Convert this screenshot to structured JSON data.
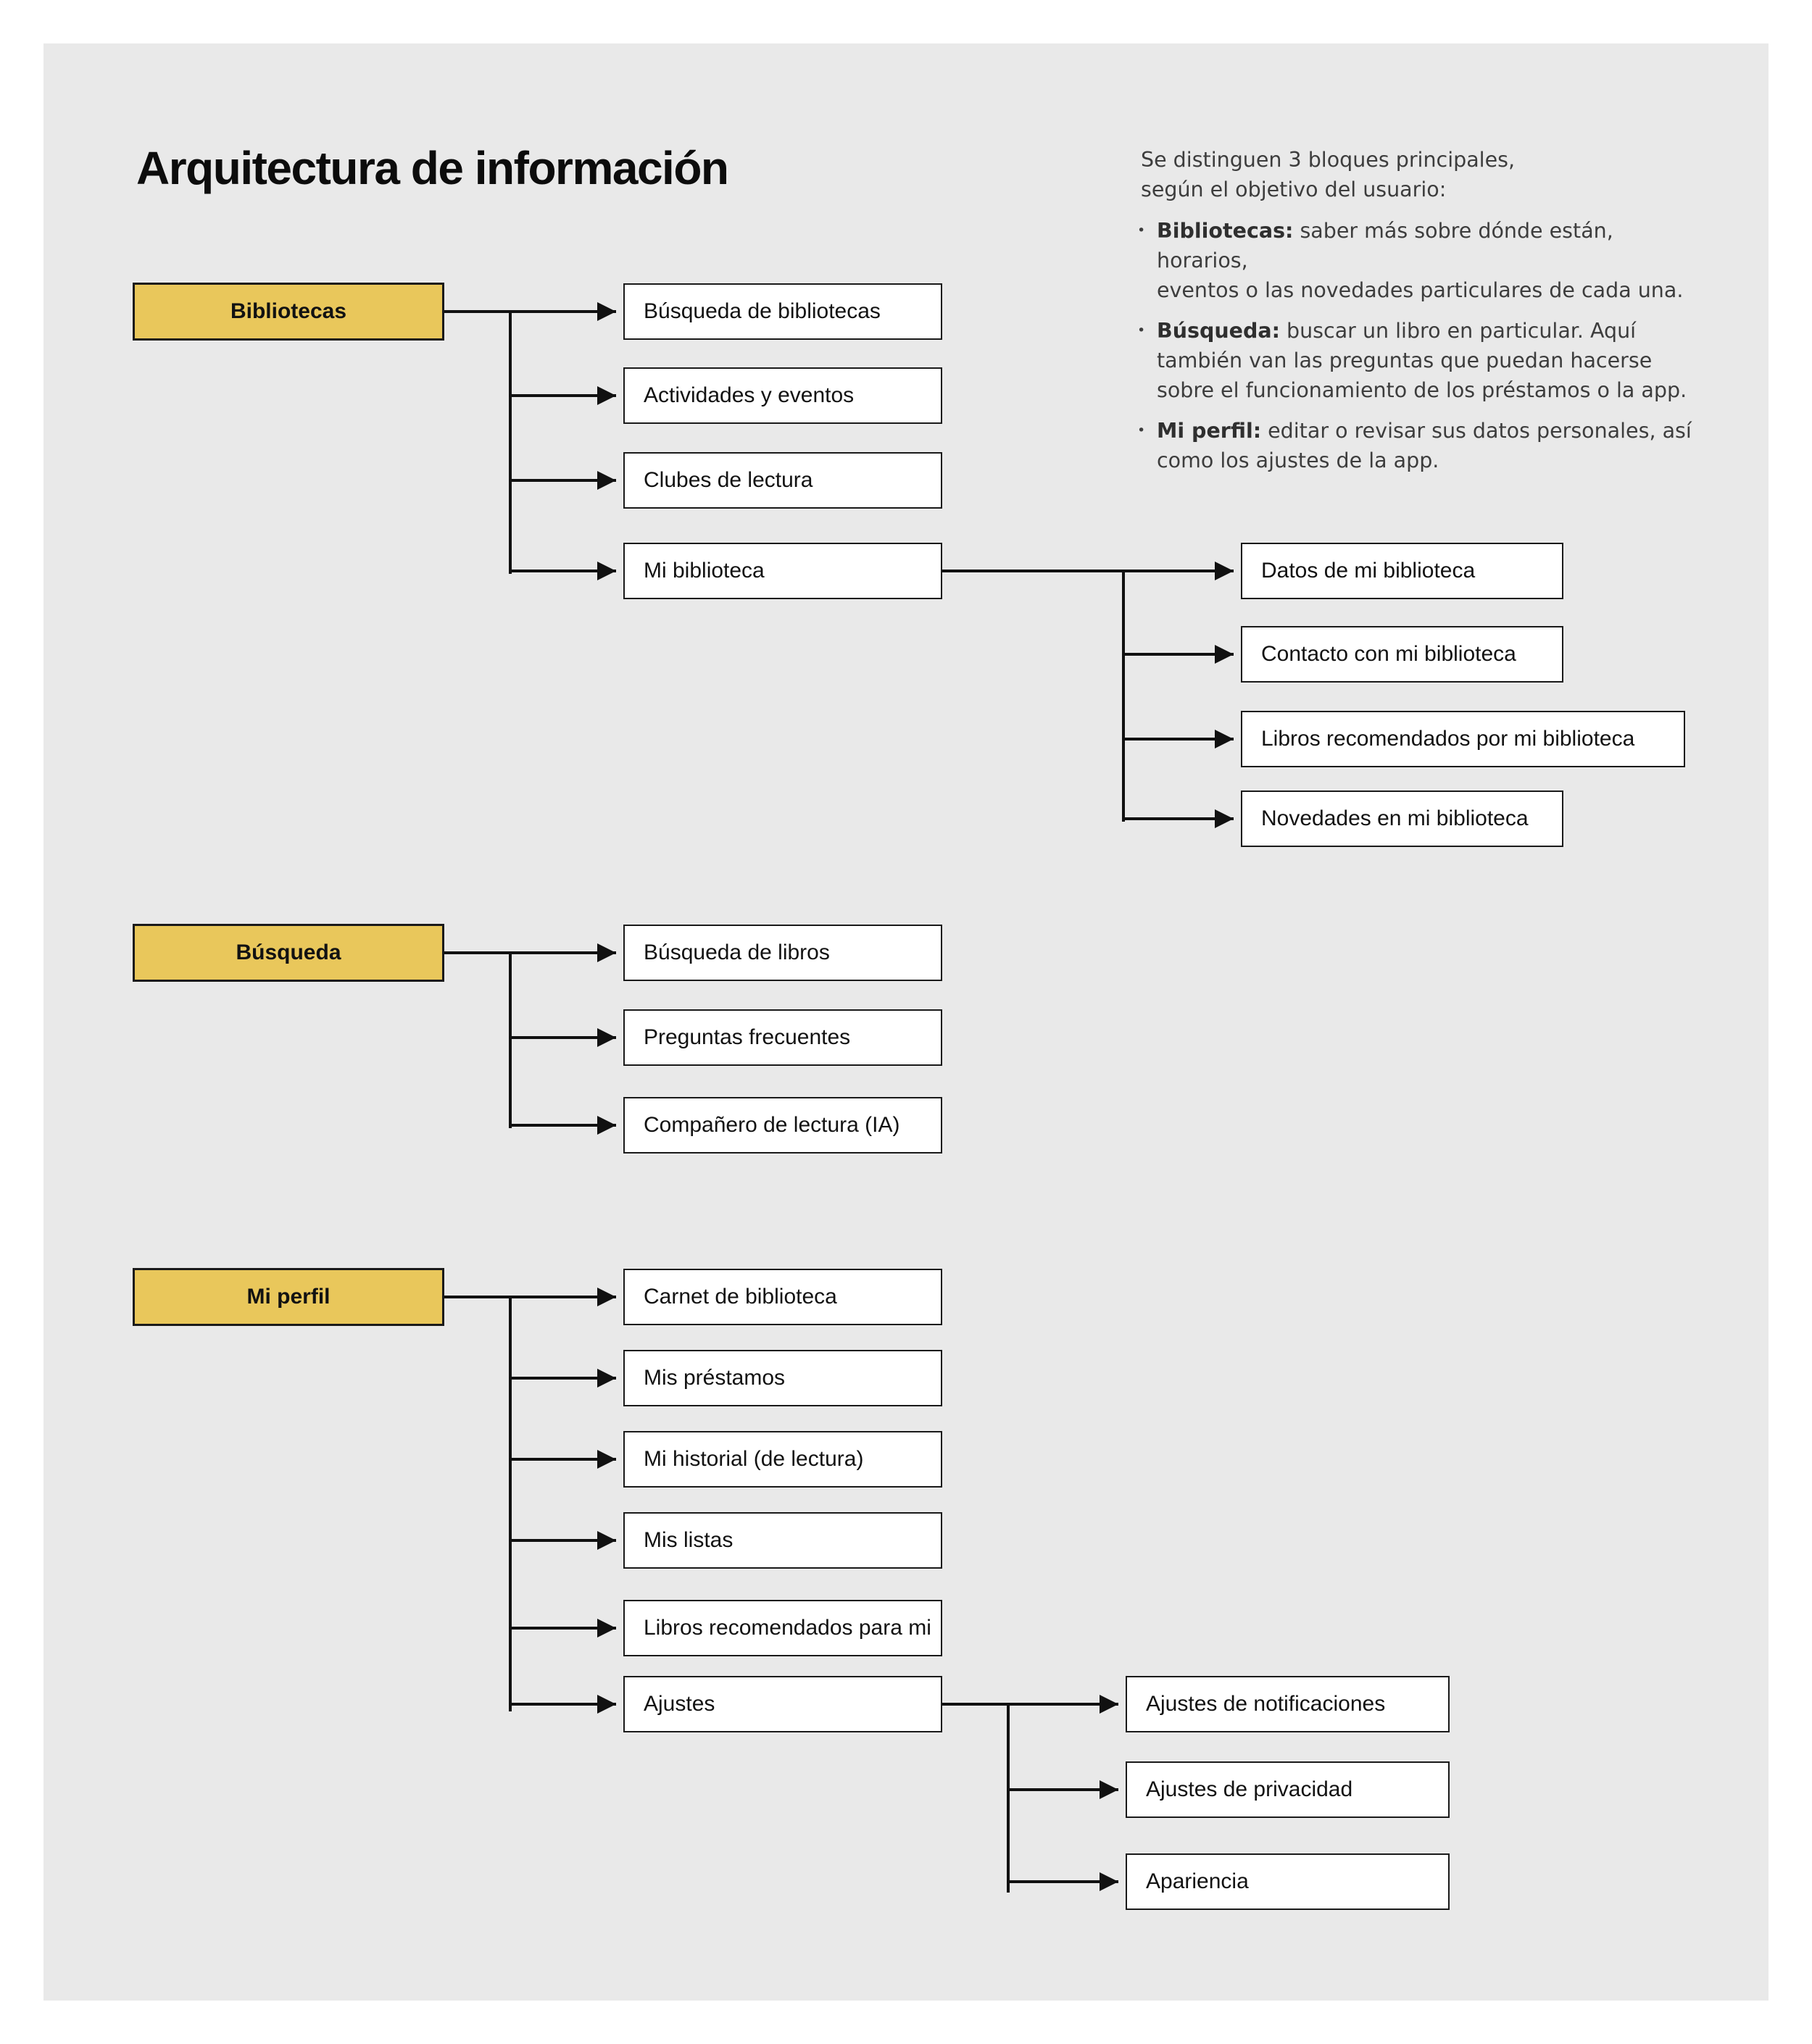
{
  "title": "Arquitectura de información",
  "annotation": {
    "bullet_char": "•",
    "intro_lines": [
      "Se distinguen 3 bloques principales,",
      "según el objetivo del usuario:"
    ],
    "bullets": [
      {
        "lead": "Bibliotecas:",
        "lines": [
          "saber más sobre dónde están, horarios,",
          "eventos o las novedades particulares de cada una."
        ]
      },
      {
        "lead": "Búsqueda:",
        "lines": [
          "buscar un libro en particular. Aquí",
          "también van las preguntas que puedan hacerse",
          "sobre el funcionamiento de los préstamos o la app."
        ]
      },
      {
        "lead": "Mi perfil:",
        "lines": [
          "editar o revisar sus datos personales, así",
          "como los ajustes de la app."
        ]
      }
    ]
  },
  "colors": {
    "canvas": "#e9e9e9",
    "page": "#ffffff",
    "parent_fill": "#e9c75b",
    "node_fill": "#ffffff",
    "border": "#1a1a1a",
    "line": "#111111",
    "text": "#121212",
    "annotation_text": "#3d3d3d"
  },
  "tree": {
    "groups": [
      {
        "label": "Bibliotecas",
        "children": [
          {
            "label": "Búsqueda de bibliotecas"
          },
          {
            "label": "Actividades y eventos"
          },
          {
            "label": "Clubes de lectura"
          },
          {
            "label": "Mi biblioteca",
            "children": [
              {
                "label": "Datos de mi biblioteca"
              },
              {
                "label": "Contacto con mi biblioteca"
              },
              {
                "label": "Libros recomendados por mi biblioteca"
              },
              {
                "label": "Novedades en mi biblioteca"
              }
            ]
          }
        ]
      },
      {
        "label": "Búsqueda",
        "children": [
          {
            "label": "Búsqueda de libros"
          },
          {
            "label": "Preguntas frecuentes"
          },
          {
            "label": "Compañero de lectura (IA)"
          }
        ]
      },
      {
        "label": "Mi perfil",
        "children": [
          {
            "label": "Carnet de biblioteca"
          },
          {
            "label": "Mis préstamos"
          },
          {
            "label": "Mi historial (de lectura)"
          },
          {
            "label": "Mis listas"
          },
          {
            "label": "Libros recomendados para mi"
          },
          {
            "label": "Ajustes",
            "children": [
              {
                "label": "Ajustes de notificaciones"
              },
              {
                "label": "Ajustes de privacidad"
              },
              {
                "label": "Apariencia"
              }
            ]
          }
        ]
      }
    ]
  }
}
